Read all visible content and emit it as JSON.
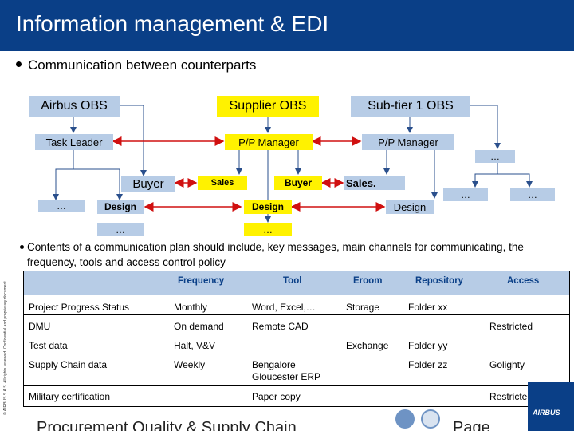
{
  "header": {
    "title": "Information management & EDI"
  },
  "bullet1": "Communication between counterparts",
  "diagram": {
    "airbus_obs": "Airbus OBS",
    "supplier_obs": "Supplier OBS",
    "subtier_obs": "Sub-tier 1 OBS",
    "task_leader": "Task Leader",
    "pp_manager_1": "P/P Manager",
    "pp_manager_2": "P/P Manager",
    "buyer_1": "Buyer",
    "sales_1": "Sales",
    "buyer_2": "Buyer",
    "sales_2": "Sales.",
    "design_1": "Design",
    "design_2": "Design",
    "design_3": "Design",
    "ellipsis": "…"
  },
  "bullet2": "Contents of a communication plan should include, key messages, main channels for communicating, the frequency, tools and access control policy",
  "table": {
    "headers": [
      "Frequency",
      "Tool",
      "Eroom",
      "Repository",
      "Access"
    ],
    "rows": [
      [
        "Project Progress Status",
        "Monthly",
        "Word, Excel,…",
        "Storage",
        "Folder xx",
        ""
      ],
      [
        "DMU",
        "On demand",
        "Remote CAD",
        "",
        "",
        "Restricted"
      ],
      [
        "Test data",
        "Halt, V&V",
        "",
        "Exchange",
        "Folder yy",
        ""
      ],
      [
        "Supply Chain data",
        "Weekly",
        "Bengalore\nGloucester ERP",
        "",
        "Folder zz",
        "Golighty"
      ],
      [
        "Military certification",
        "",
        "Paper copy",
        "",
        "",
        "Restricted"
      ]
    ]
  },
  "footer": {
    "left": "Procurement Quality & Supply Chain",
    "right": "Page",
    "side": "© AIRBUS S.A.S. All rights reserved. Confidential and proprietary document.",
    "logo": "AIRBUS"
  },
  "colors": {
    "header": "#0a3f87",
    "box_blue": "#b7cce6",
    "box_yellow": "#fff200",
    "arrow_red": "#d01010"
  }
}
